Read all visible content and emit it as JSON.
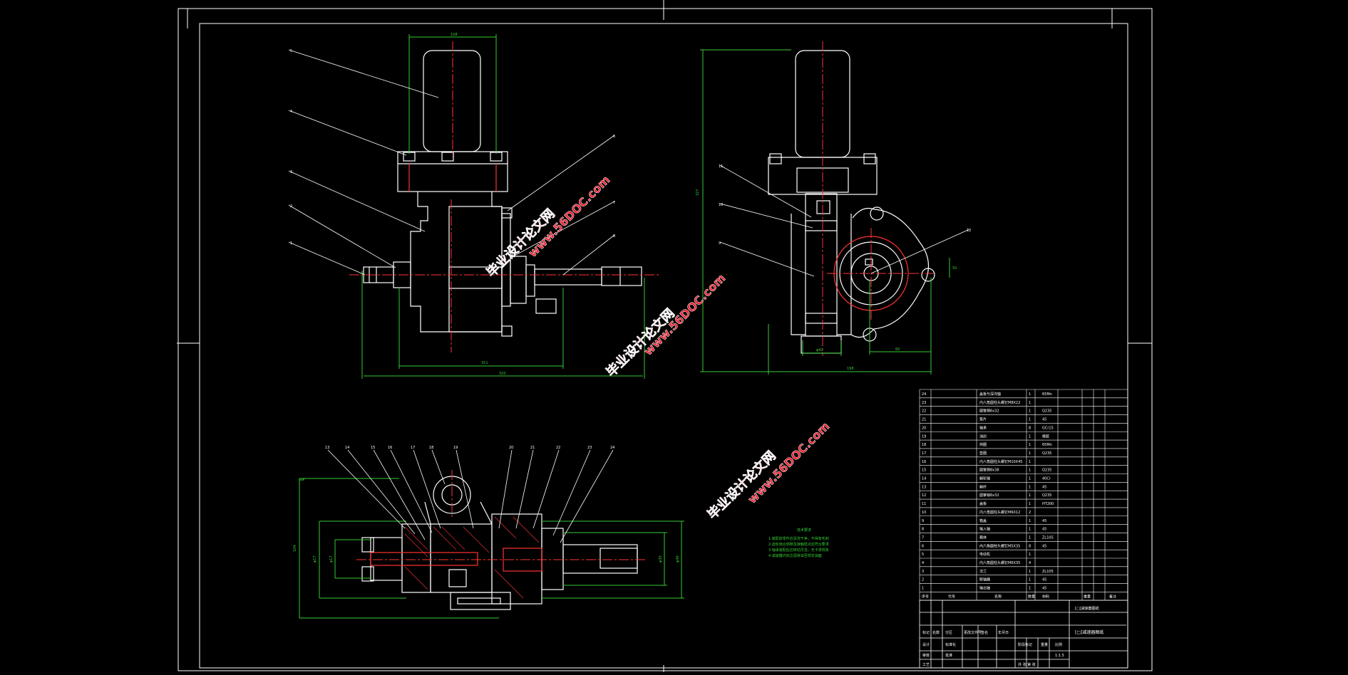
{
  "drawing": {
    "title": "[□]减速器图纸",
    "notes_title": "技术要求",
    "notes": [
      "1.装配前零件应清洗干净，不得有毛刺",
      "2.齿轮啮合侧隙及接触斑点应符合要求",
      "3.轴承装配后应转动灵活，无卡滞现象",
      "4.减速器内加注润滑油至规定油面"
    ],
    "scale_label": "1:1.5"
  },
  "watermark": {
    "text_cn": "毕业设计论文网",
    "text_en": "www.56DOC.com"
  },
  "dimensions": {
    "top_width": "108",
    "front_bottom_inner": "311",
    "front_bottom_outer": "320",
    "side_height": "327",
    "side_bottom": "198",
    "side_right": "60",
    "side_small": "φ42",
    "side_height_small": "50",
    "section_left": "104",
    "section_d1": "φ17",
    "section_d2": "φ17",
    "section_d3": "φ30",
    "section_d4": "φ40"
  },
  "front_callouts": [
    "5",
    "4",
    "3",
    "2",
    "1",
    "6",
    "7",
    "8"
  ],
  "side_callouts": [
    "11",
    "10",
    "9",
    "12"
  ],
  "section_callouts": [
    "13",
    "14",
    "15",
    "16",
    "17",
    "18",
    "19",
    "20",
    "21",
    "22",
    "23",
    "24"
  ],
  "bom": {
    "rows": [
      {
        "no": "24",
        "name": "盖板与深沟轴",
        "qty": "1",
        "mat": "65Mn"
      },
      {
        "no": "23",
        "name": "内六角圆柱头螺钉M8X22",
        "qty": "1",
        "mat": ""
      },
      {
        "no": "22",
        "name": "圆锥销6x32",
        "qty": "1",
        "mat": "Q235"
      },
      {
        "no": "21",
        "name": "垫片",
        "qty": "1",
        "mat": "45"
      },
      {
        "no": "20",
        "name": "轴承",
        "qty": "8",
        "mat": "GCr15"
      },
      {
        "no": "19",
        "name": "油封",
        "qty": "1",
        "mat": "橡胶"
      },
      {
        "no": "18",
        "name": "挡圈",
        "qty": "1",
        "mat": "65Mn"
      },
      {
        "no": "17",
        "name": "垫圈",
        "qty": "1",
        "mat": "Q235"
      },
      {
        "no": "16",
        "name": "内六角圆柱头螺钉M10X45",
        "qty": "1",
        "mat": ""
      },
      {
        "no": "15",
        "name": "圆锥销8x38",
        "qty": "1",
        "mat": "Q235"
      },
      {
        "no": "14",
        "name": "蜗轮轴",
        "qty": "1",
        "mat": "40Cr"
      },
      {
        "no": "13",
        "name": "蜗杆",
        "qty": "1",
        "mat": "45"
      },
      {
        "no": "12",
        "name": "圆锥销6x32",
        "qty": "1",
        "mat": "Q235"
      },
      {
        "no": "11",
        "name": "盖板",
        "qty": "1",
        "mat": "HT200"
      },
      {
        "no": "10",
        "name": "内六角圆柱头螺钉M6X12",
        "qty": "2",
        "mat": ""
      },
      {
        "no": "9",
        "name": "箱盖",
        "qty": "1",
        "mat": "45"
      },
      {
        "no": "8",
        "name": "输入轴",
        "qty": "1",
        "mat": "45"
      },
      {
        "no": "7",
        "name": "箱体",
        "qty": "1",
        "mat": "ZL105"
      },
      {
        "no": "6",
        "name": "内六角圆柱头螺钉M5X35",
        "qty": "8",
        "mat": "45"
      },
      {
        "no": "5",
        "name": "电动机",
        "qty": "1",
        "mat": ""
      },
      {
        "no": "4",
        "name": "内六角圆柱头螺钉M6X35",
        "qty": "4",
        "mat": ""
      },
      {
        "no": "3",
        "name": "法兰",
        "qty": "1",
        "mat": "ZL105"
      },
      {
        "no": "2",
        "name": "联轴器",
        "qty": "1",
        "mat": "45"
      },
      {
        "no": "1",
        "name": "输出轴",
        "qty": "1",
        "mat": "45"
      }
    ],
    "header": {
      "no": "序号",
      "code": "代号",
      "name": "名称",
      "qty": "数量",
      "mat": "材料",
      "weight": "重量",
      "note": "备注"
    }
  },
  "title_block": {
    "sig_labels": [
      "标记",
      "处数",
      "分区",
      "更改文件号",
      "签名",
      "年月日"
    ],
    "role_labels": [
      "设计",
      "审核",
      "工艺",
      "标准化",
      "批准"
    ],
    "stage_label": "阶段标记",
    "weight_label": "重量",
    "scale_word": "比例",
    "sheets_label": "共 张  第 张"
  }
}
